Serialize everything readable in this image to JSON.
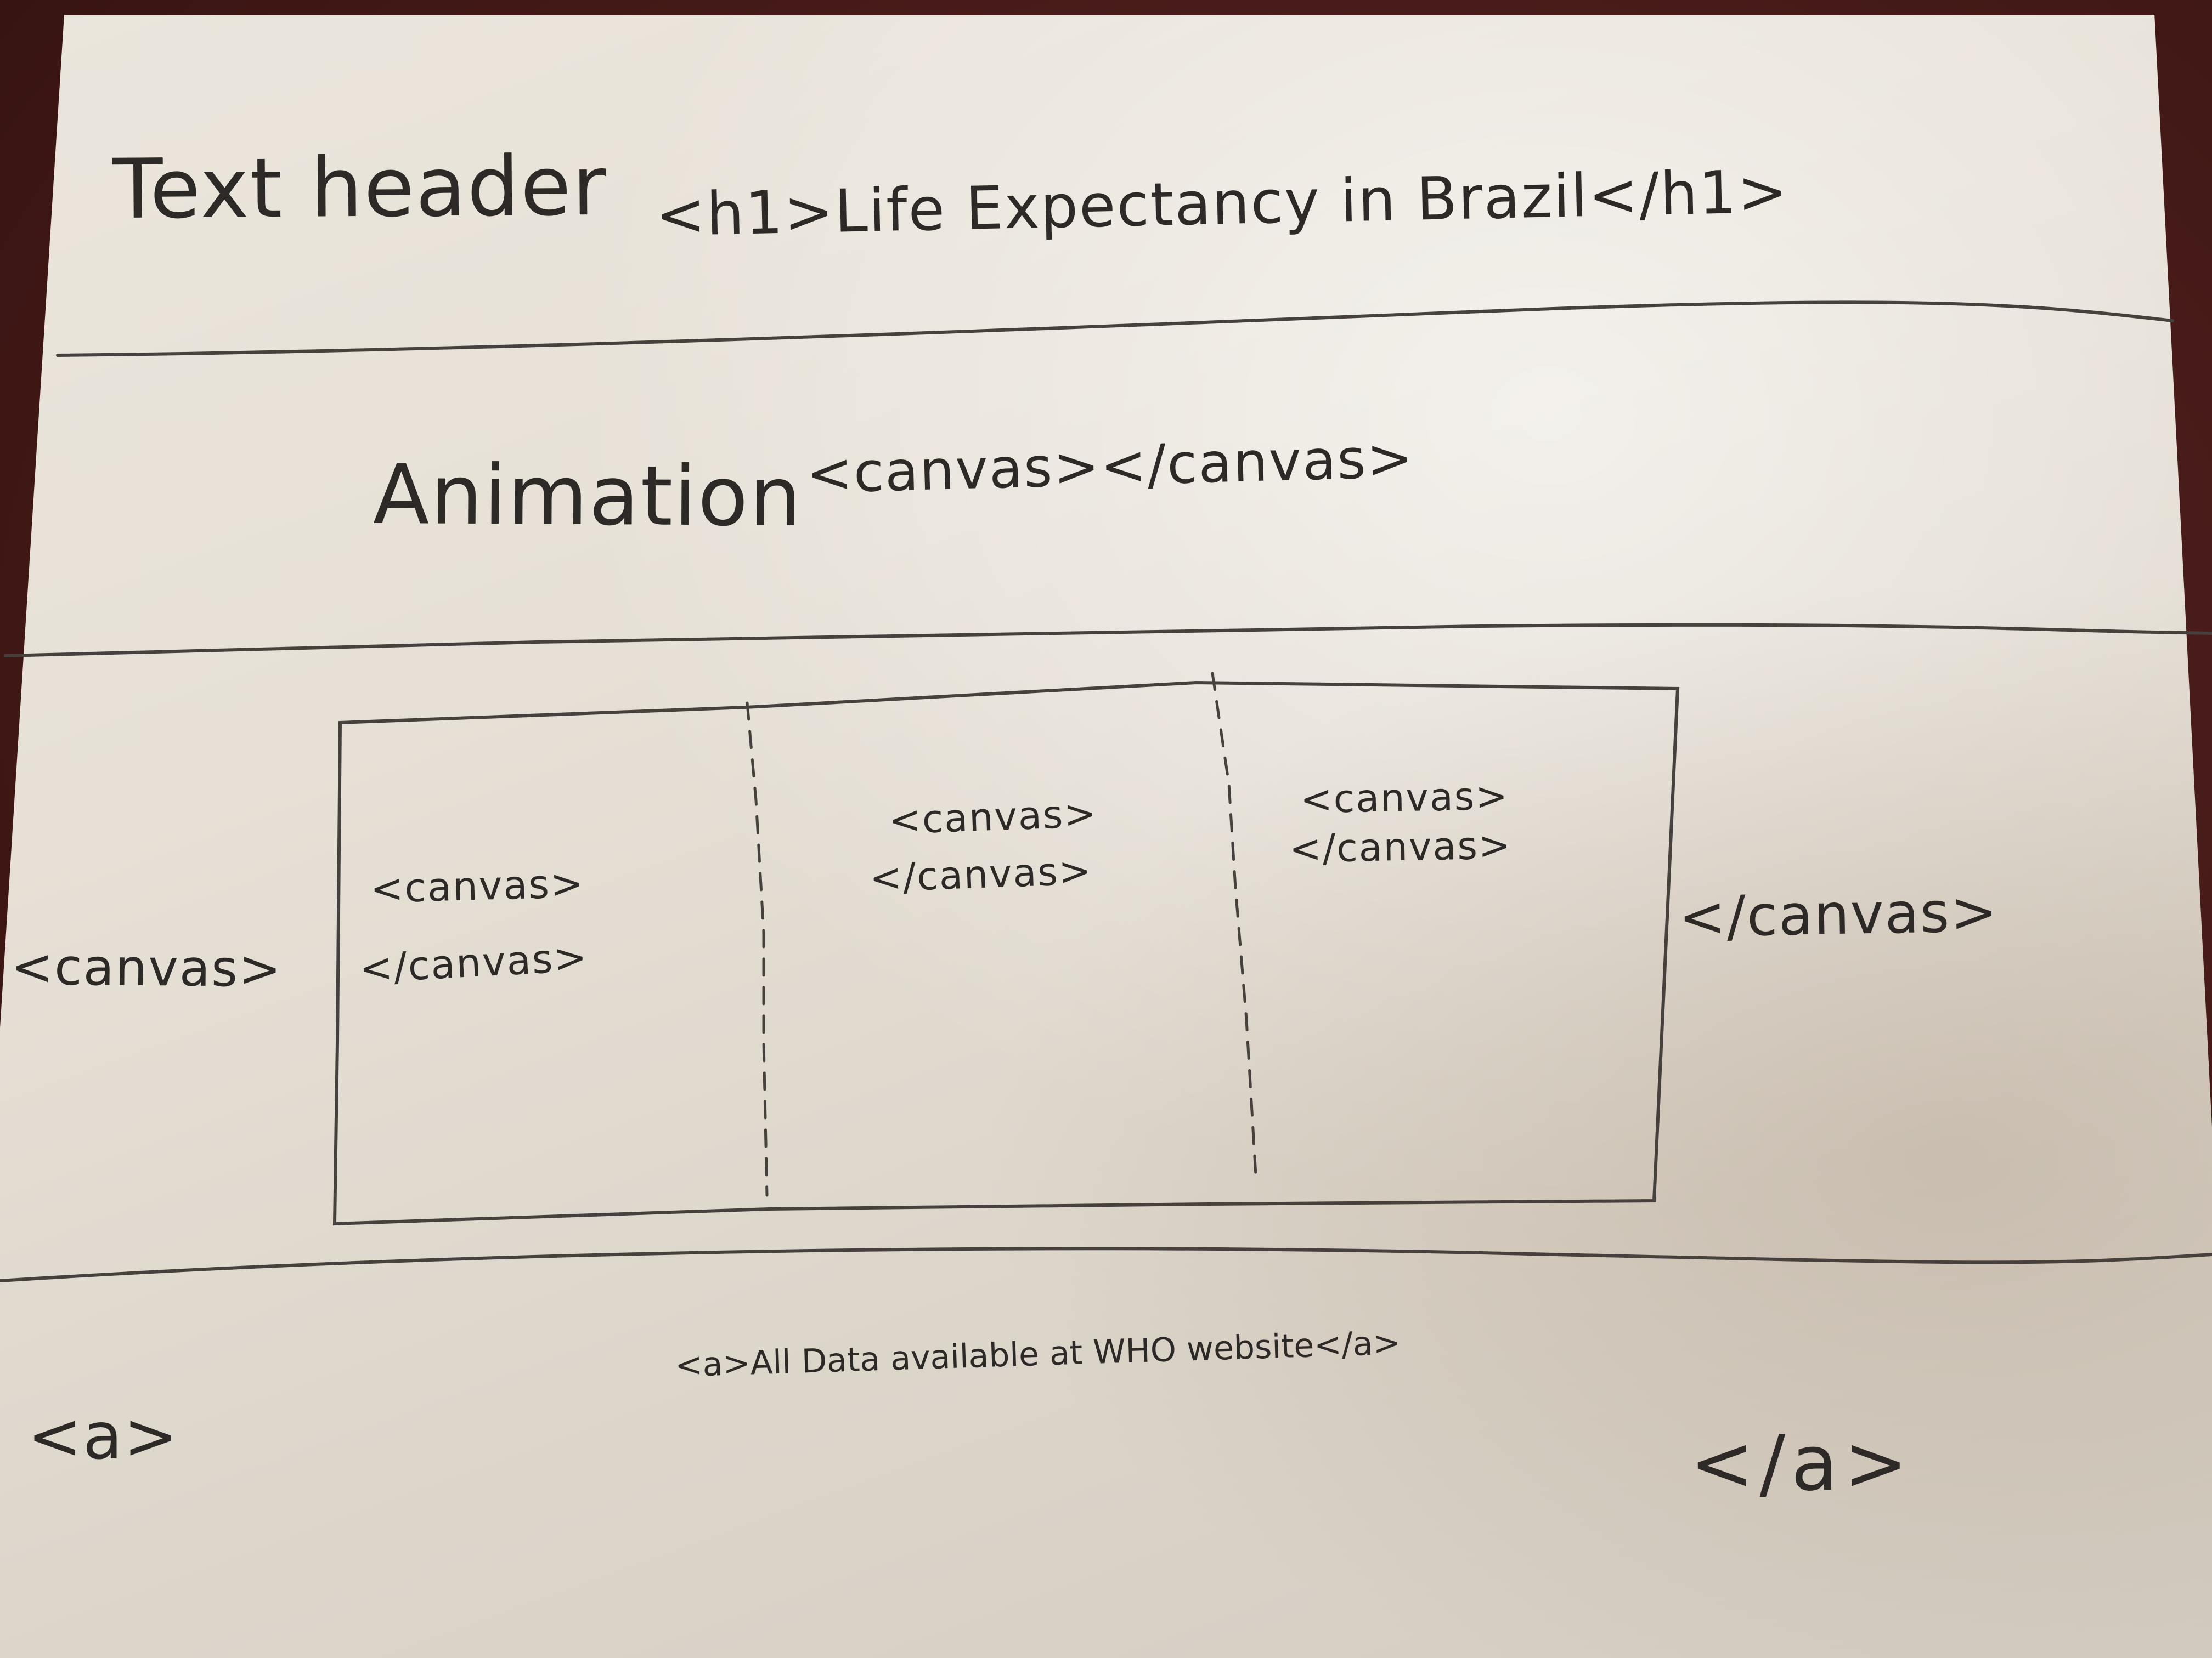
{
  "header": {
    "label": "Text header",
    "tag": "<h1>Life Expectancy in Brazil</h1>"
  },
  "animation": {
    "label": "Animation",
    "tag": "<canvas></canvas>"
  },
  "canvas_section": {
    "outer_open": "<canvas>",
    "outer_close": "</canvas>",
    "panels": [
      {
        "open": "<canvas>",
        "close": "</canvas>"
      },
      {
        "open": "<canvas>",
        "close": "</canvas>"
      },
      {
        "open": "<canvas>",
        "close": "</canvas>"
      }
    ]
  },
  "footer": {
    "link_text": "<a>All Data available at WHO website</a>",
    "outer_open": "<a>",
    "outer_close": "</a>"
  }
}
